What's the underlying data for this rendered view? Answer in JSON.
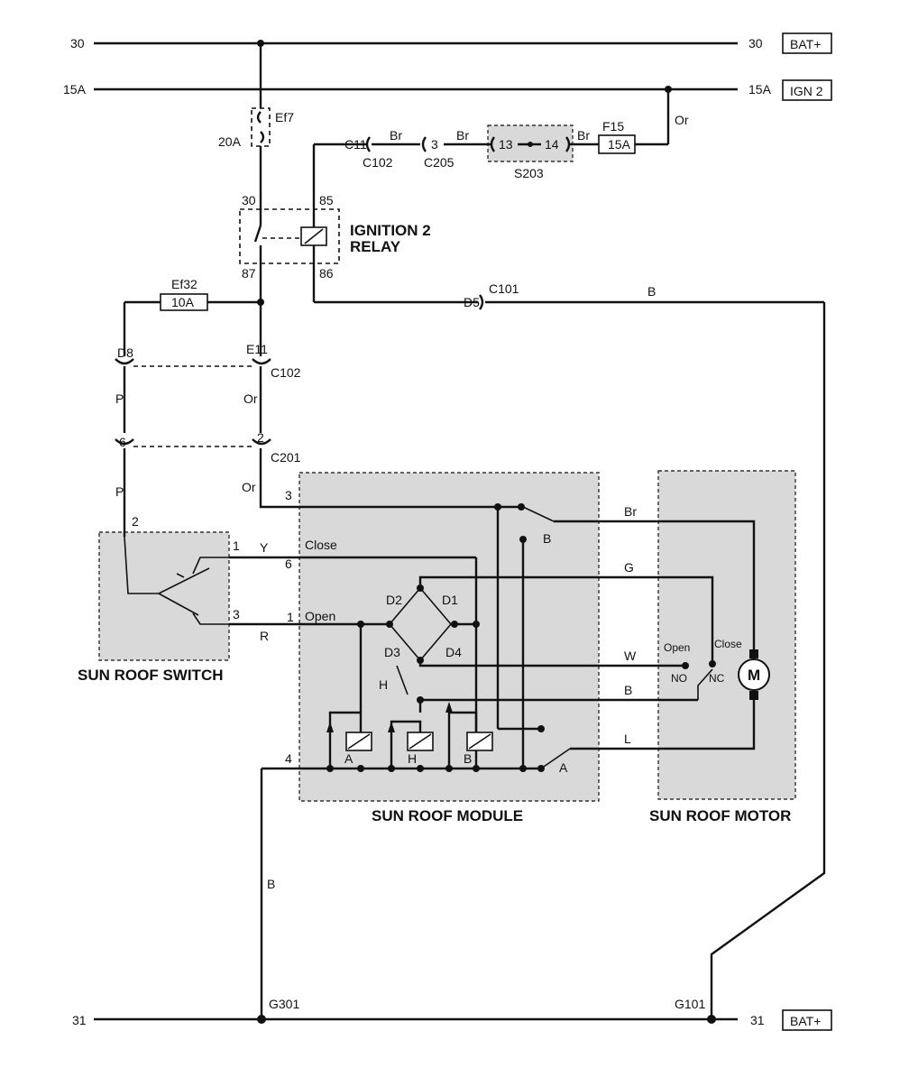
{
  "rails": {
    "top30_left": "30",
    "top30_right": "30",
    "bat_top": "BAT+",
    "ign15_left": "15A",
    "ign15_right": "15A",
    "ign2_tag": "IGN 2",
    "bot31_left": "31",
    "bot31_right": "31",
    "bat_bottom": "BAT+"
  },
  "fuses": {
    "ef7": "Ef7",
    "ef7_rating": "20A",
    "ef32": "Ef32",
    "ef32_rating": "10A",
    "f15": "F15",
    "f15_rating": "15A"
  },
  "relay": {
    "title_line1": "IGNITION 2",
    "title_line2": "RELAY",
    "pin30": "30",
    "pin85": "85",
    "pin87": "87",
    "pin86": "86"
  },
  "connectors": {
    "c11": "C11",
    "c102_top": "C102",
    "c3": "3",
    "c205": "C205",
    "s203_13": "13",
    "s203_14": "14",
    "s203": "S203",
    "c101": "C101",
    "d5": "D5",
    "d8": "D8",
    "e11": "E11",
    "c102_mid": "C102",
    "c6": "6",
    "c2": "2",
    "c201": "C201",
    "g301": "G301",
    "g101": "G101"
  },
  "wires": {
    "br1": "Br",
    "br2": "Br",
    "br3": "Br",
    "or1": "Or",
    "b_top": "B",
    "p1": "P",
    "or2": "Or",
    "p2": "P",
    "or3": "Or",
    "y": "Y",
    "r": "R",
    "br_mod": "Br",
    "g": "G",
    "w": "W",
    "b_mod": "B",
    "l": "L",
    "b_ground": "B"
  },
  "switch": {
    "label": "SUN ROOF SWITCH",
    "pin2": "2",
    "pin1": "1",
    "pin3": "3"
  },
  "module": {
    "label": "SUN ROOF MODULE",
    "pin3": "3",
    "pin6": "6",
    "pin1": "1",
    "pin4": "4",
    "close": "Close",
    "open": "Open",
    "d1": "D1",
    "d2": "D2",
    "d3": "D3",
    "d4": "D4",
    "h": "H",
    "relay_a": "A",
    "relay_h": "H",
    "relay_b": "B",
    "sw_b": "B",
    "sw_a": "A"
  },
  "motor": {
    "label": "SUN ROOF MOTOR",
    "open": "Open",
    "close": "Close",
    "no": "NO",
    "nc": "NC",
    "m": "M"
  }
}
